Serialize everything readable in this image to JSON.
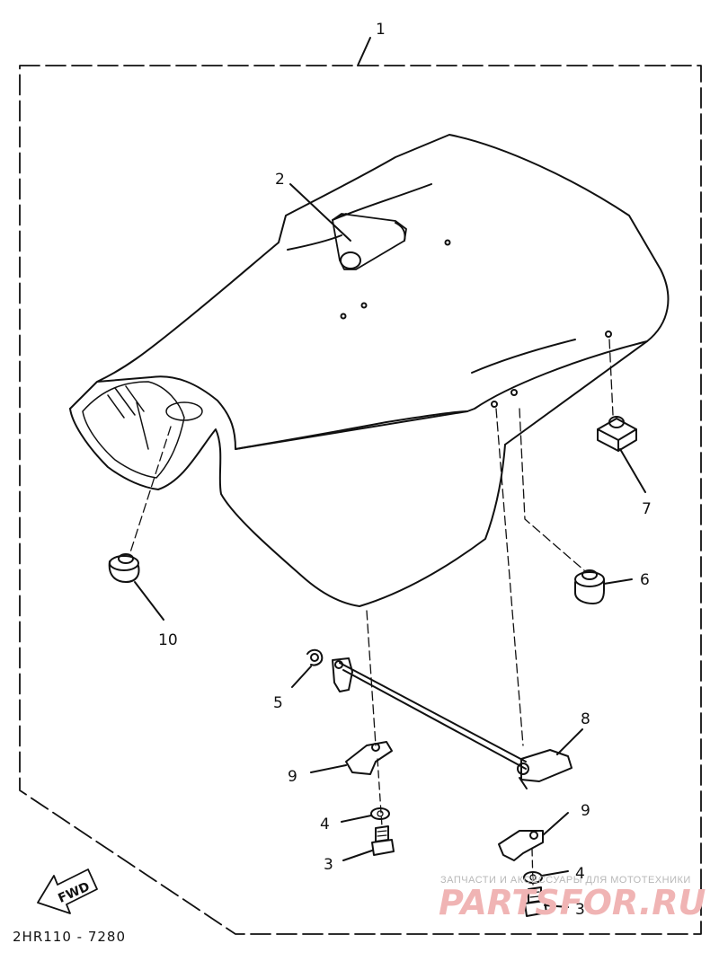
{
  "callouts": {
    "c1": "1",
    "c2": "2",
    "c3a": "3",
    "c3b": "3",
    "c4a": "4",
    "c4b": "4",
    "c5": "5",
    "c6": "6",
    "c7": "7",
    "c8": "8",
    "c9a": "9",
    "c9b": "9",
    "c10": "10"
  },
  "diagram_code": "2HR110 - 7280",
  "fwd_label": "FWD",
  "watermark": {
    "tagline": "ЗАПЧАСТИ И АКСЕССУАРЫ ДЛЯ МОТОТЕХНИКИ",
    "brand": "PARTSFOR.RU"
  },
  "colors": {
    "line": "#111111",
    "watermark": "#f0b4b4"
  }
}
